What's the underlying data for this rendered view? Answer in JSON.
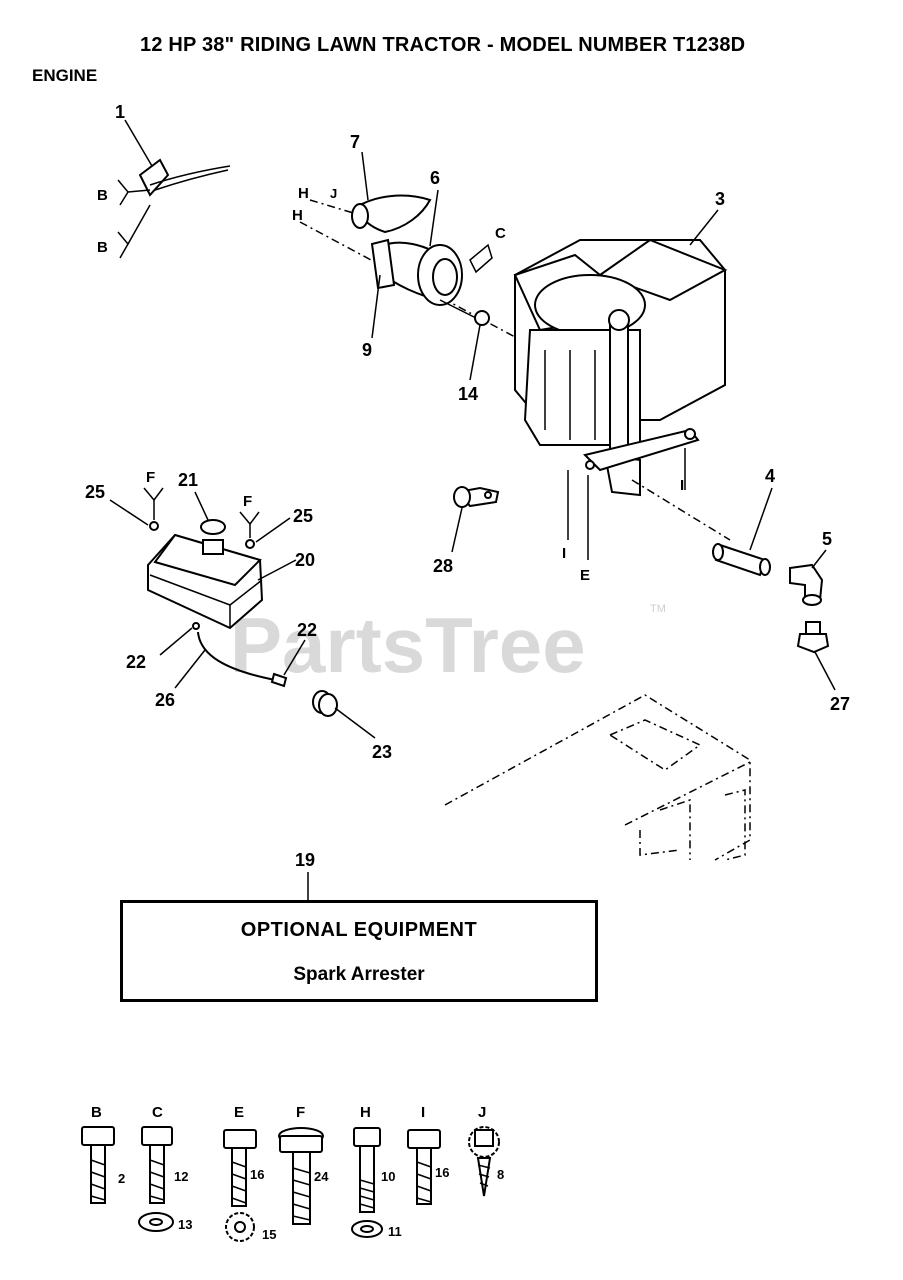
{
  "header": {
    "title": "12 HP 38\" RIDING LAWN TRACTOR - MODEL NUMBER T1238D",
    "section": "ENGINE"
  },
  "watermark": {
    "text": "PartsTree",
    "tm": "TM"
  },
  "callouts": {
    "c1": "1",
    "c3": "3",
    "c4": "4",
    "c5": "5",
    "c6": "6",
    "c7": "7",
    "c9": "9",
    "c14": "14",
    "c19": "19",
    "c20": "20",
    "c21": "21",
    "c22a": "22",
    "c22b": "22",
    "c23": "23",
    "c25a": "25",
    "c25b": "25",
    "c26": "26",
    "c27": "27",
    "c28": "28"
  },
  "letters": {
    "b1": "B",
    "b2": "B",
    "h1": "H",
    "h2": "H",
    "j": "J",
    "c": "C",
    "f1": "F",
    "f2": "F",
    "i1": "I",
    "i2": "I",
    "e": "E"
  },
  "optional": {
    "title": "OPTIONAL EQUIPMENT",
    "item": "Spark Arrester"
  },
  "hardware": [
    {
      "letter": "B",
      "num": "2",
      "washer": ""
    },
    {
      "letter": "C",
      "num": "12",
      "washer": "13"
    },
    {
      "letter": "E",
      "num": "16",
      "washer": "15"
    },
    {
      "letter": "F",
      "num": "24",
      "washer": ""
    },
    {
      "letter": "H",
      "num": "10",
      "washer": "11"
    },
    {
      "letter": "I",
      "num": "16",
      "washer": ""
    },
    {
      "letter": "J",
      "num": "8",
      "washer": ""
    }
  ]
}
